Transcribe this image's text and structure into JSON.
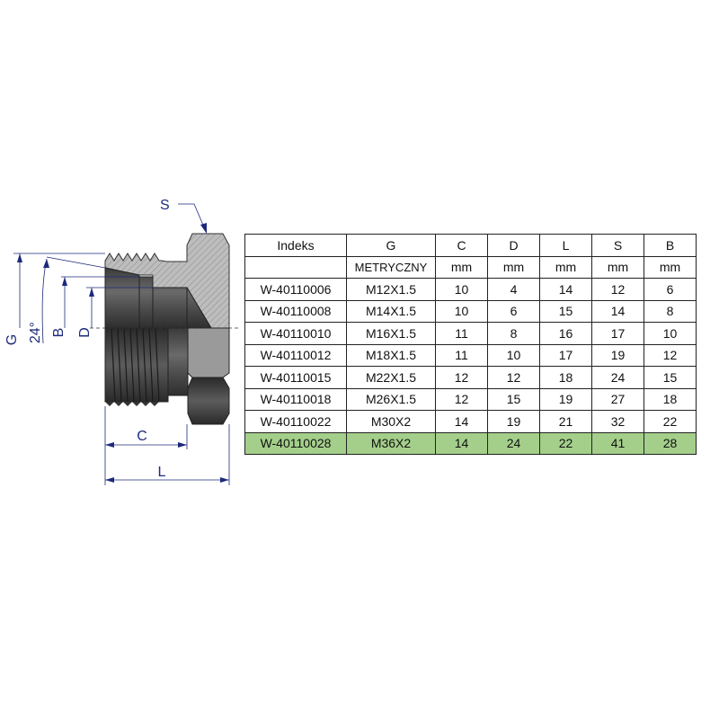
{
  "drawing": {
    "labels": {
      "S": "S",
      "G": "G",
      "angle": "24°",
      "B": "B",
      "D": "D",
      "C": "C",
      "L": "L"
    }
  },
  "table": {
    "headers": [
      "Indeks",
      "G",
      "C",
      "D",
      "L",
      "S",
      "B"
    ],
    "units": [
      "",
      "METRYCZNY",
      "mm",
      "mm",
      "mm",
      "mm",
      "mm"
    ],
    "rows": [
      [
        "W-40110006",
        "M12X1.5",
        "10",
        "4",
        "14",
        "12",
        "6"
      ],
      [
        "W-40110008",
        "M14X1.5",
        "10",
        "6",
        "15",
        "14",
        "8"
      ],
      [
        "W-40110010",
        "M16X1.5",
        "11",
        "8",
        "16",
        "17",
        "10"
      ],
      [
        "W-40110012",
        "M18X1.5",
        "11",
        "10",
        "17",
        "19",
        "12"
      ],
      [
        "W-40110015",
        "M22X1.5",
        "12",
        "12",
        "18",
        "24",
        "15"
      ],
      [
        "W-40110018",
        "M26X1.5",
        "12",
        "15",
        "19",
        "27",
        "18"
      ],
      [
        "W-40110022",
        "M30X2",
        "14",
        "19",
        "21",
        "32",
        "22"
      ],
      [
        "W-40110028",
        "M36X2",
        "14",
        "24",
        "22",
        "41",
        "28"
      ]
    ],
    "highlighted_row": 7,
    "highlight_color": "#a4cf8a"
  }
}
